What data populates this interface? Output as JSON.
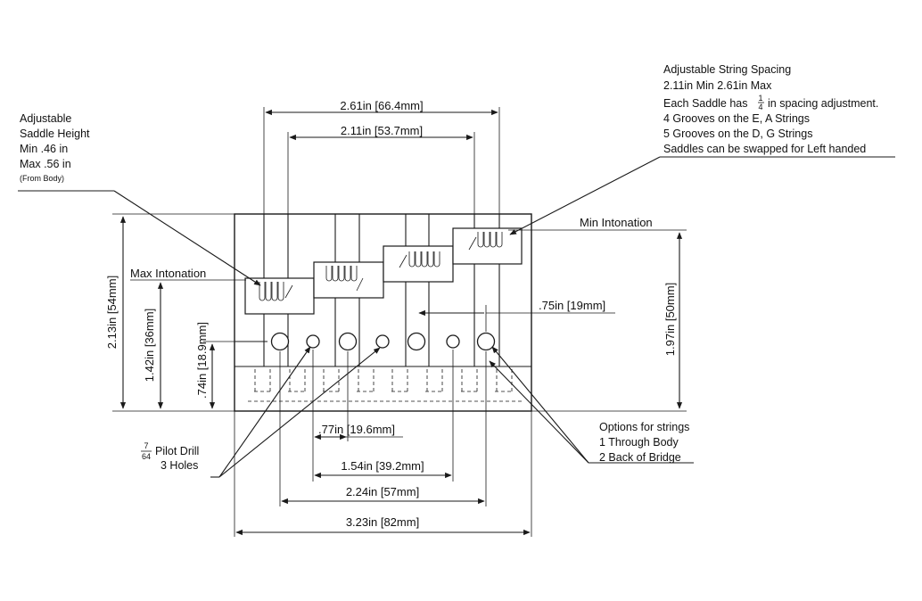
{
  "diagram": {
    "labels": {
      "saddle_height_title1": "Adjustable",
      "saddle_height_title2": "Saddle Height",
      "saddle_height_min": "Min .46 in",
      "saddle_height_max": "Max .56 in",
      "saddle_height_note": "(From Body)",
      "spacing_line1": "Adjustable String Spacing",
      "spacing_line2": "2.11in Min 2.61in Max",
      "spacing_line3_pre": "Each Saddle has",
      "spacing_line3_frac_num": "1",
      "spacing_line3_frac_den": "4",
      "spacing_line3_post": "in spacing adjustment.",
      "spacing_line4": "4 Grooves on the E, A Strings",
      "spacing_line5": "5 Grooves on the D, G Strings",
      "spacing_line6": "Saddles can be swapped for Left handed",
      "min_intonation": "Min Intonation",
      "max_intonation": "Max Intonation",
      "options_line1": "Options for strings",
      "options_line2": "1 Through Body",
      "options_line3": "2 Back of Bridge",
      "pilot_frac_num": "7",
      "pilot_frac_den": "64",
      "pilot_line1": "Pilot Drill",
      "pilot_line2": "3 Holes"
    },
    "dimensions": {
      "width_max": "2.61in [66.4mm]",
      "width_min": "2.11in [53.7mm]",
      "intonation_travel": ".75in [19mm]",
      "overall_height": "2.13in [54mm]",
      "height_142": "1.42in [36mm]",
      "height_074": ".74in [18.9mm]",
      "height_197": "1.97in [50mm]",
      "span_077": ".77in [19.6mm]",
      "span_154": "1.54in [39.2mm]",
      "span_224": "2.24in [57mm]",
      "span_323": "3.23in [82mm]"
    }
  }
}
